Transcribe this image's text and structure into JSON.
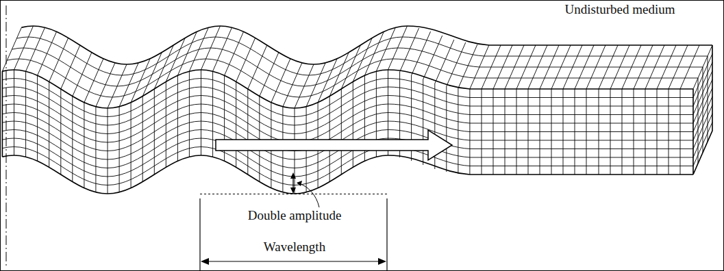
{
  "diagram": {
    "labels": [
      "Undisturbed medium",
      "Double amplitude",
      "Wavelength"
    ]
  }
}
